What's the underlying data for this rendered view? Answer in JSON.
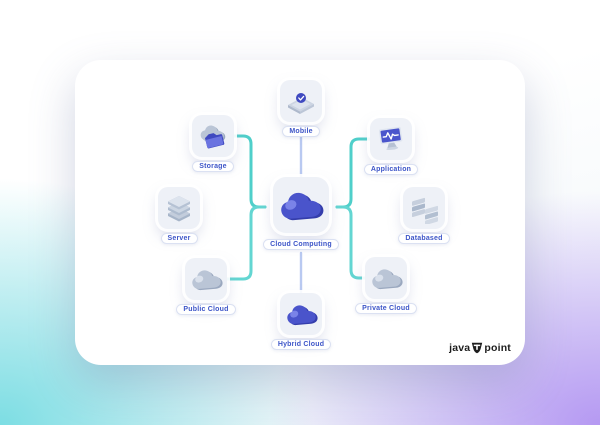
{
  "center_node": {
    "label": "Cloud Computing",
    "icon": "cloud-blue-icon"
  },
  "nodes": [
    {
      "id": "mobile",
      "label": "Mobile",
      "icon": "mobile-phone-icon"
    },
    {
      "id": "application",
      "label": "Application",
      "icon": "monitor-pulse-icon"
    },
    {
      "id": "databased",
      "label": "Databased",
      "icon": "database-stacks-icon"
    },
    {
      "id": "private_cloud",
      "label": "Private Cloud",
      "icon": "cloud-gray-icon"
    },
    {
      "id": "hybrid_cloud",
      "label": "Hybrid Cloud",
      "icon": "cloud-blue-icon"
    },
    {
      "id": "public_cloud",
      "label": "Public Cloud",
      "icon": "cloud-gray-icon"
    },
    {
      "id": "server",
      "label": "Server",
      "icon": "server-stack-icon"
    },
    {
      "id": "storage",
      "label": "Storage",
      "icon": "cloud-folder-icon"
    }
  ],
  "logo": {
    "text_left": "java",
    "text_right": "point",
    "icon": "t-shield-icon"
  },
  "colors": {
    "label_text": "#3d55c8",
    "cloud_blue": "#4a54cb",
    "cloud_gray": "#bac5d6",
    "line_blue": "#a9c0ec",
    "line_teal": "#4fcfca",
    "background_teal": "#76dce2",
    "background_purple": "#b294f2"
  }
}
